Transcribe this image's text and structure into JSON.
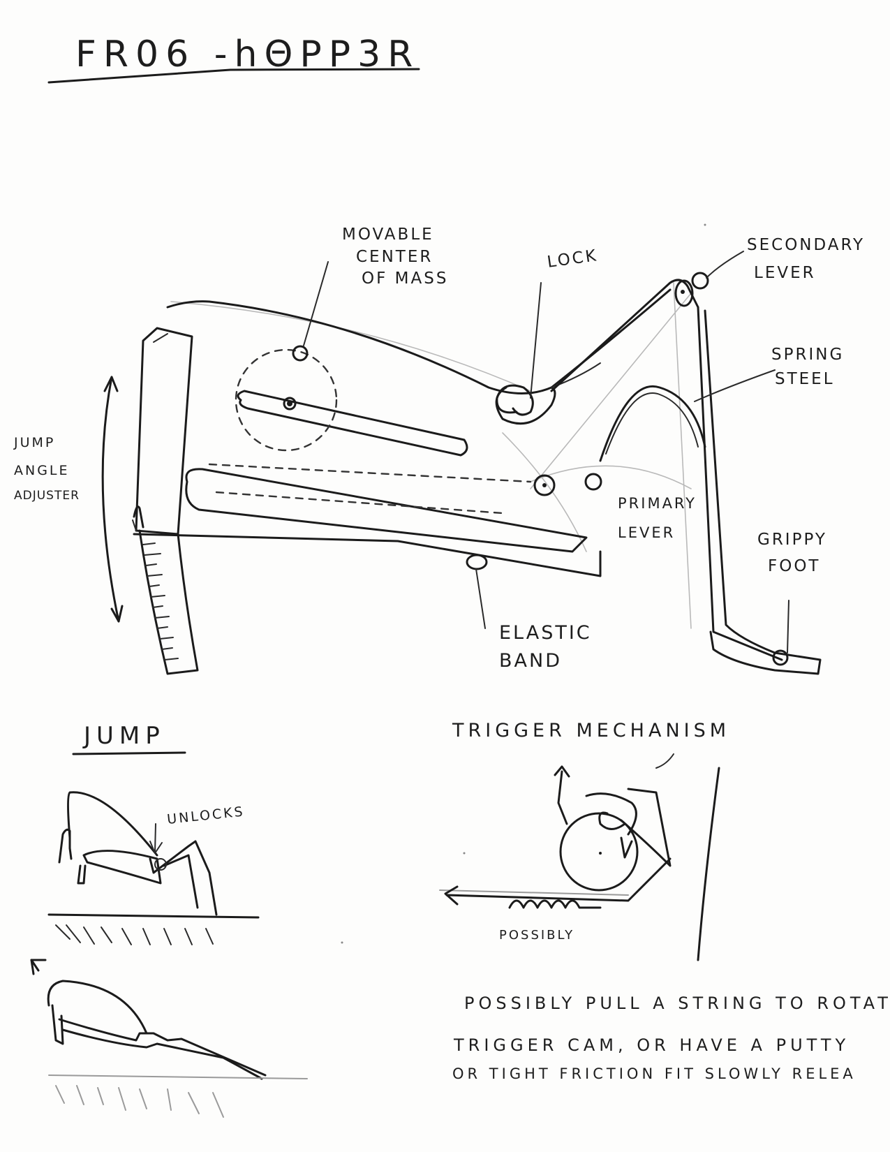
{
  "title": "FR06 -hΘPP3R",
  "labels": {
    "movable_center": [
      "MOVABLE",
      "CENTER",
      "OF MASS"
    ],
    "lock": "LOCK",
    "secondary_lever": [
      "SECONDARY",
      "LEVER"
    ],
    "spring_steel": [
      "SPRING",
      "STEEL"
    ],
    "jump_angle_adjuster": [
      "JUMP",
      "ANGLE",
      "ADJUSTER"
    ],
    "primary_lever": [
      "PRIMARY",
      "LEVER"
    ],
    "grippy_foot": [
      "GRIPPY",
      "FOOT"
    ],
    "elastic_band": [
      "ELASTIC",
      "BAND"
    ]
  },
  "jump": {
    "heading": "JUMP",
    "unlocks": "UNLOCKS"
  },
  "trigger": {
    "heading": "TRIGGER  MECHANISM",
    "possibly": "POSSIBLY"
  },
  "notes": [
    "POSSIBLY  PULL  A  STRING   TO ROTATE",
    "TRIGGER   CAM,  OR  HAVE  A PUTTY",
    "OR  TIGHT  FRICTION  FIT  SLOWLY  RELEA"
  ]
}
